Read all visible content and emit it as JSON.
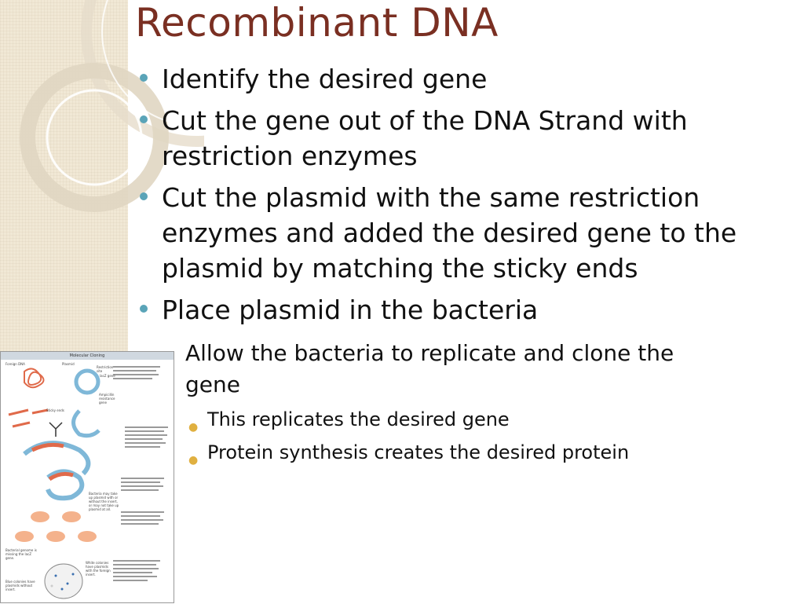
{
  "slide": {
    "title": "Recombinant DNA",
    "bullets": [
      "Identify the desired gene",
      "Cut the gene out of the DNA Strand with restriction enzymes",
      "Cut the plasmid with the same restriction enzymes and added the desired gene to the plasmid by matching the sticky ends",
      "Place plasmid in the bacteria"
    ],
    "sub_bullet": "Allow the bacteria to replicate and clone the gene",
    "sub_sub_bullets": [
      "This replicates the desired gene",
      "Protein synthesis creates the desired protein"
    ]
  },
  "figure": {
    "title": "Molecular Cloning",
    "labels": {
      "foreign_dna": "Foreign DNA",
      "plasmid": "Plasmid",
      "restriction_site": "Restriction site",
      "lacz_gene": "lacZ gene",
      "ampicillin": "Ampicillin resistance gene",
      "sticky_ends": "Sticky ends",
      "bacteria": "Bacteria may take up plasmid with or without the insert, or may not take up plasmid at all.",
      "bacterial_genome": "Bacterial genome is missing the lacZ gene.",
      "white_colonies": "White colonies have plasmids with the foreign insert.",
      "blue_colonies": "Blue colonies have plasmids without insert."
    }
  }
}
